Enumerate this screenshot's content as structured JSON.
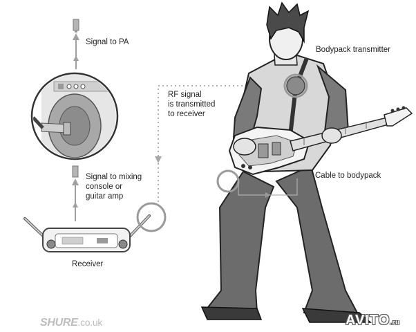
{
  "labels": {
    "signal_to_pa": "Signal to PA",
    "signal_to_mixing": [
      "Signal to mixing",
      "console or",
      "guitar amp"
    ],
    "receiver": "Receiver",
    "rf_signal": [
      "RF signal",
      "is transmitted",
      "to receiver"
    ],
    "bodypack_transmitter": "Bodypack transmitter",
    "cable_to_bodypack": "Cable to bodypack"
  },
  "branding": {
    "logo_main": "SHURE",
    "logo_suffix": ".co.uk",
    "watermark_main": "AVITO",
    "watermark_suffix": ".ru"
  },
  "colors": {
    "line": "#8c8c8c",
    "callout_circle": "#9a9a9a",
    "dotted": "#b0b0b0",
    "ink": "#222222"
  }
}
